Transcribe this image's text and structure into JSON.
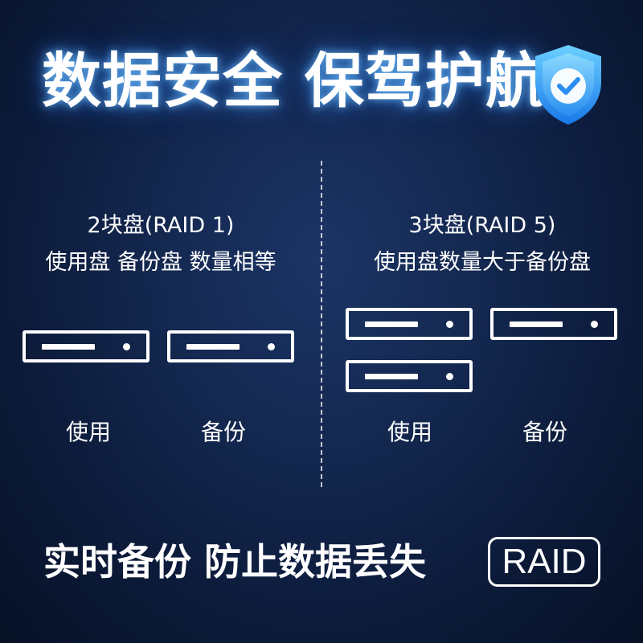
{
  "header": {
    "title": "数据安全 保驾护航",
    "icon": "shield-check-icon"
  },
  "left": {
    "line1": "2块盘(RAID 1)",
    "line2": "使用盘 备份盘 数量相等",
    "labels": [
      "使用",
      "备份"
    ]
  },
  "right": {
    "line1": "3块盘(RAID 5)",
    "line2": "使用盘数量大于备份盘",
    "labels": [
      "使用",
      "备份"
    ]
  },
  "footer": {
    "text": "实时备份 防止数据丢失",
    "badge": "RAID"
  },
  "colors": {
    "background": "#142850",
    "shield": "#2a9cf5",
    "foreground": "#ffffff"
  }
}
